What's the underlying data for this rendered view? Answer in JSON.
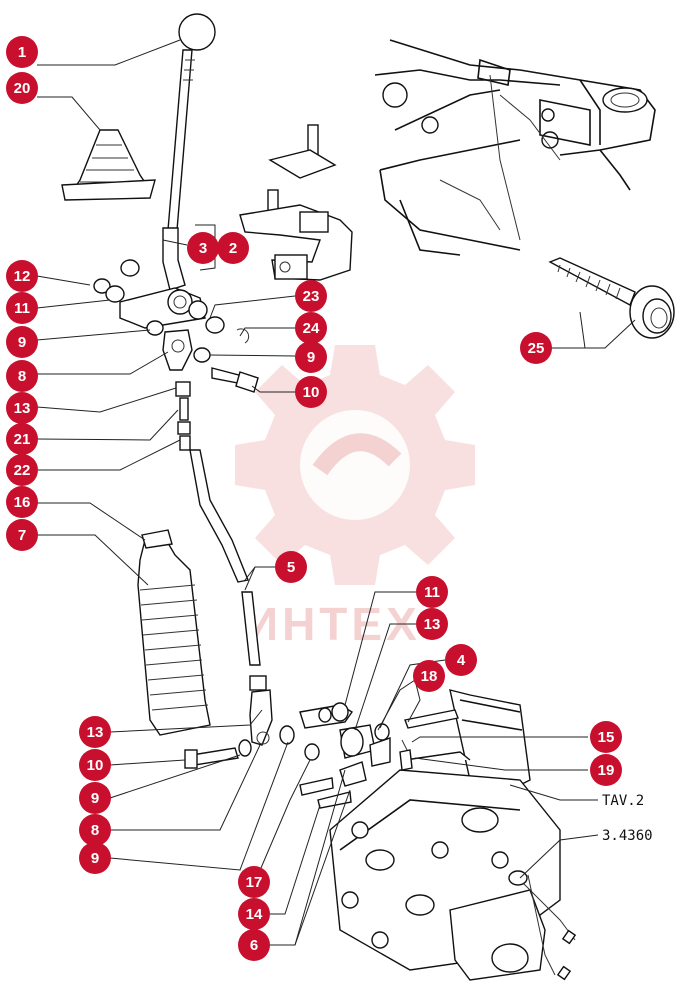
{
  "diagram": {
    "callouts": [
      {
        "id": "c1",
        "label": "1"
      },
      {
        "id": "c20",
        "label": "20"
      },
      {
        "id": "c3",
        "label": "3"
      },
      {
        "id": "c2",
        "label": "2"
      },
      {
        "id": "c12",
        "label": "12"
      },
      {
        "id": "c11a",
        "label": "11"
      },
      {
        "id": "c9a",
        "label": "9"
      },
      {
        "id": "c8a",
        "label": "8"
      },
      {
        "id": "c13a",
        "label": "13"
      },
      {
        "id": "c21",
        "label": "21"
      },
      {
        "id": "c22",
        "label": "22"
      },
      {
        "id": "c16",
        "label": "16"
      },
      {
        "id": "c7",
        "label": "7"
      },
      {
        "id": "c23",
        "label": "23"
      },
      {
        "id": "c24",
        "label": "24"
      },
      {
        "id": "c9b",
        "label": "9"
      },
      {
        "id": "c10a",
        "label": "10"
      },
      {
        "id": "c25",
        "label": "25"
      },
      {
        "id": "c5",
        "label": "5"
      },
      {
        "id": "c11b",
        "label": "11"
      },
      {
        "id": "c13b",
        "label": "13"
      },
      {
        "id": "c4",
        "label": "4"
      },
      {
        "id": "c18",
        "label": "18"
      },
      {
        "id": "c15",
        "label": "15"
      },
      {
        "id": "c19",
        "label": "19"
      },
      {
        "id": "c13c",
        "label": "13"
      },
      {
        "id": "c10b",
        "label": "10"
      },
      {
        "id": "c9c",
        "label": "9"
      },
      {
        "id": "c8b",
        "label": "8"
      },
      {
        "id": "c9d",
        "label": "9"
      },
      {
        "id": "c17",
        "label": "17"
      },
      {
        "id": "c14",
        "label": "14"
      },
      {
        "id": "c6",
        "label": "6"
      }
    ],
    "references": {
      "tav": "TAV.2",
      "code": "3.4360"
    },
    "watermark": "ИНТЕХ",
    "colors": {
      "callout": "#c8102e",
      "watermark": "#f0c0c0",
      "line": "#111111"
    }
  }
}
